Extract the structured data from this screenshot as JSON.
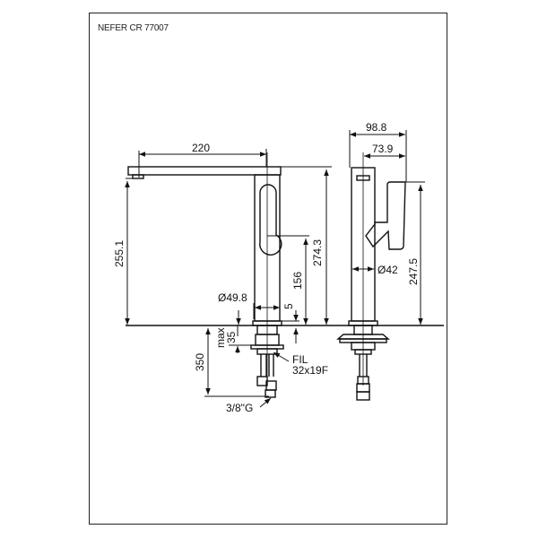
{
  "title": "NEFER CR 77007",
  "colors": {
    "line": "#111111",
    "background": "#ffffff",
    "frame": "#222222"
  },
  "front_view": {
    "dimensions": {
      "spout_reach": "220",
      "spout_height": "255.1",
      "total_height": "274.3",
      "handle_height": "156",
      "body_diameter": "Ø49.8",
      "base_thickness": "5",
      "max_deck": "max",
      "max_deck_value": "35",
      "hose_length": "350",
      "thread_label": "FIL",
      "thread_value": "32x19F",
      "connection": "3/8\"G"
    }
  },
  "side_view": {
    "dimensions": {
      "overall_depth": "98.8",
      "handle_depth": "73.9",
      "body_diameter": "Ø42",
      "handle_top_height": "247.5"
    }
  }
}
